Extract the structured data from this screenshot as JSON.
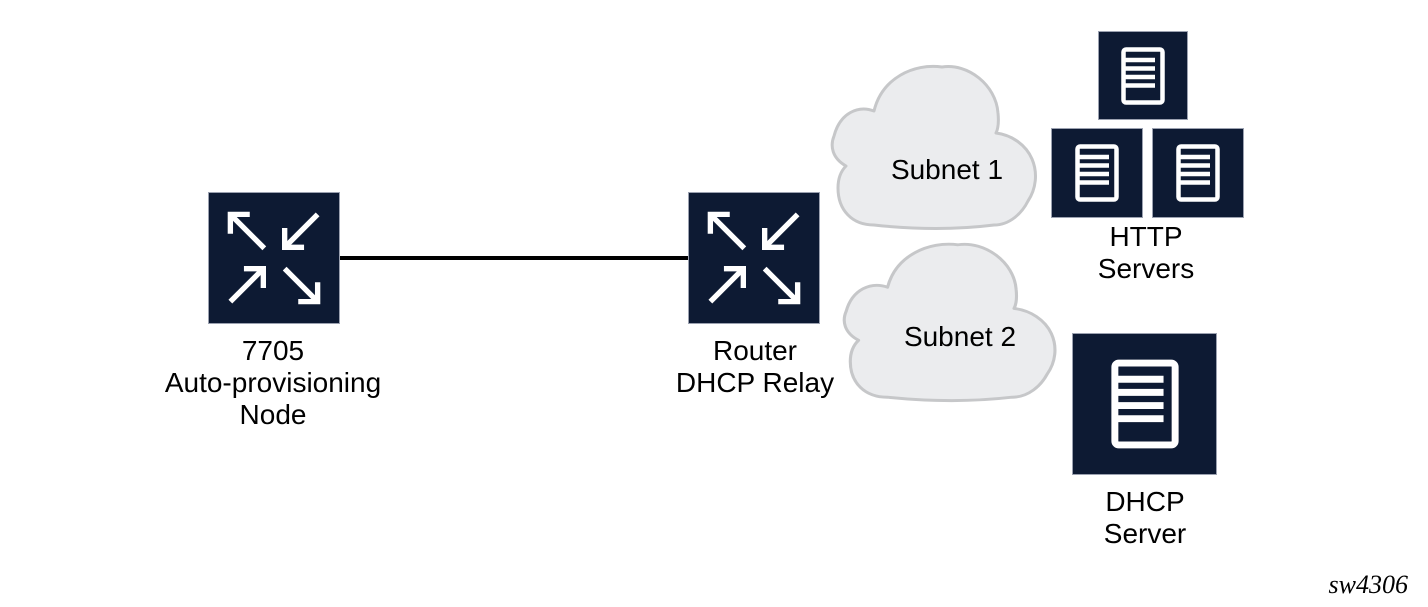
{
  "figure_id": "sw4306",
  "nodes": {
    "apn": {
      "lines": [
        "7705",
        "Auto-provisioning",
        "Node"
      ]
    },
    "relay": {
      "lines": [
        "Router",
        "DHCP Relay"
      ]
    },
    "subnet1": {
      "label": "Subnet 1"
    },
    "subnet2": {
      "label": "Subnet 2"
    },
    "http_servers": {
      "lines": [
        "HTTP",
        "Servers"
      ]
    },
    "dhcp_server": {
      "lines": [
        "DHCP",
        "Server"
      ]
    }
  },
  "icons": {
    "router": "four-diagonal-arrows-icon",
    "server": "document-lines-icon",
    "subnet": "cloud-icon"
  },
  "colors": {
    "background": "#ffffff",
    "node_fill": "#0d1a33",
    "node_border": "#9ba1b0",
    "icon_stroke": "#ffffff",
    "cloud_fill": "#ebecee",
    "cloud_border": "#c6c7c9",
    "link_line": "#000000",
    "label_text": "#000000"
  }
}
